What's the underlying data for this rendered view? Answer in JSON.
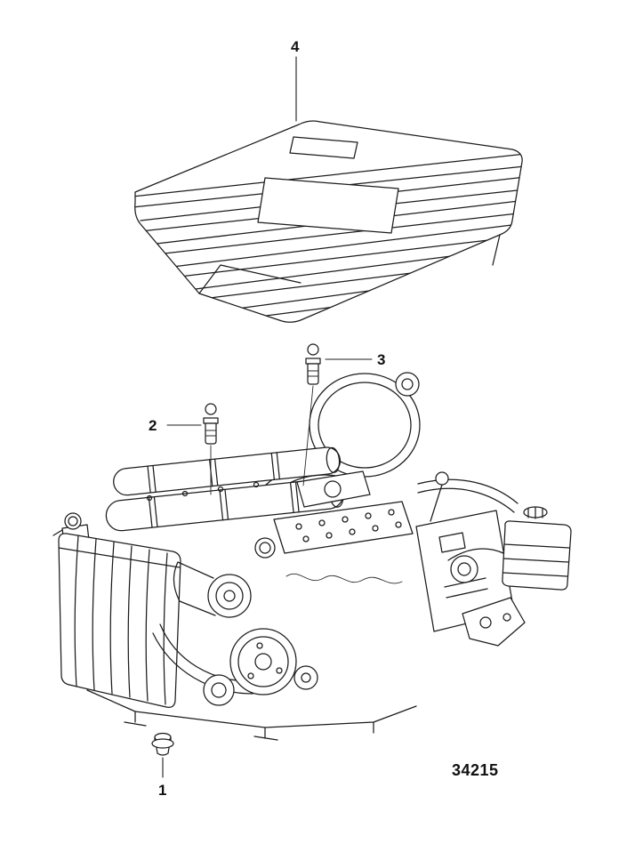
{
  "figure": {
    "callouts": {
      "part1": "1",
      "part2": "2",
      "part3": "3",
      "part4": "4"
    },
    "drawing_number": "34215"
  }
}
